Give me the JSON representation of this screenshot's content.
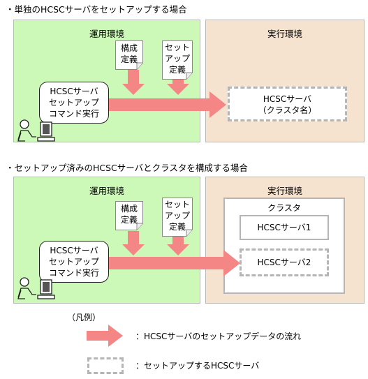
{
  "scenario1": {
    "heading": "・単独のHCSCサーバをセットアップする場合",
    "ops_label": "運用環境",
    "exec_label": "実行環境",
    "doc1": [
      "構成",
      "定義"
    ],
    "doc2": [
      "セット",
      "アップ",
      "定義"
    ],
    "command": [
      "HCSCサーバ",
      "セットアップ",
      "コマンド実行"
    ],
    "server": [
      "HCSCサーバ",
      "（クラスタ名）"
    ]
  },
  "scenario2": {
    "heading": "・セットアップ済みのHCSCサーバとクラスタを構成する場合",
    "ops_label": "運用環境",
    "exec_label": "実行環境",
    "doc1": [
      "構成",
      "定義"
    ],
    "doc2": [
      "セット",
      "アップ",
      "定義"
    ],
    "command": [
      "HCSCサーバ",
      "セットアップ",
      "コマンド実行"
    ],
    "cluster_label": "クラスタ",
    "server1": "HCSCサーバ1",
    "server2": "HCSCサーバ2"
  },
  "legend": {
    "title": "（凡例）",
    "arrow_desc": "：HCSCサーバのセットアップデータの流れ",
    "box_desc": "：セットアップするHCSCサーバ"
  },
  "colors": {
    "ops_bg": "#ccf8b8",
    "exec_bg": "#f5e2cf",
    "arrow": "#f48686",
    "dashed": "#b5b5b5"
  }
}
